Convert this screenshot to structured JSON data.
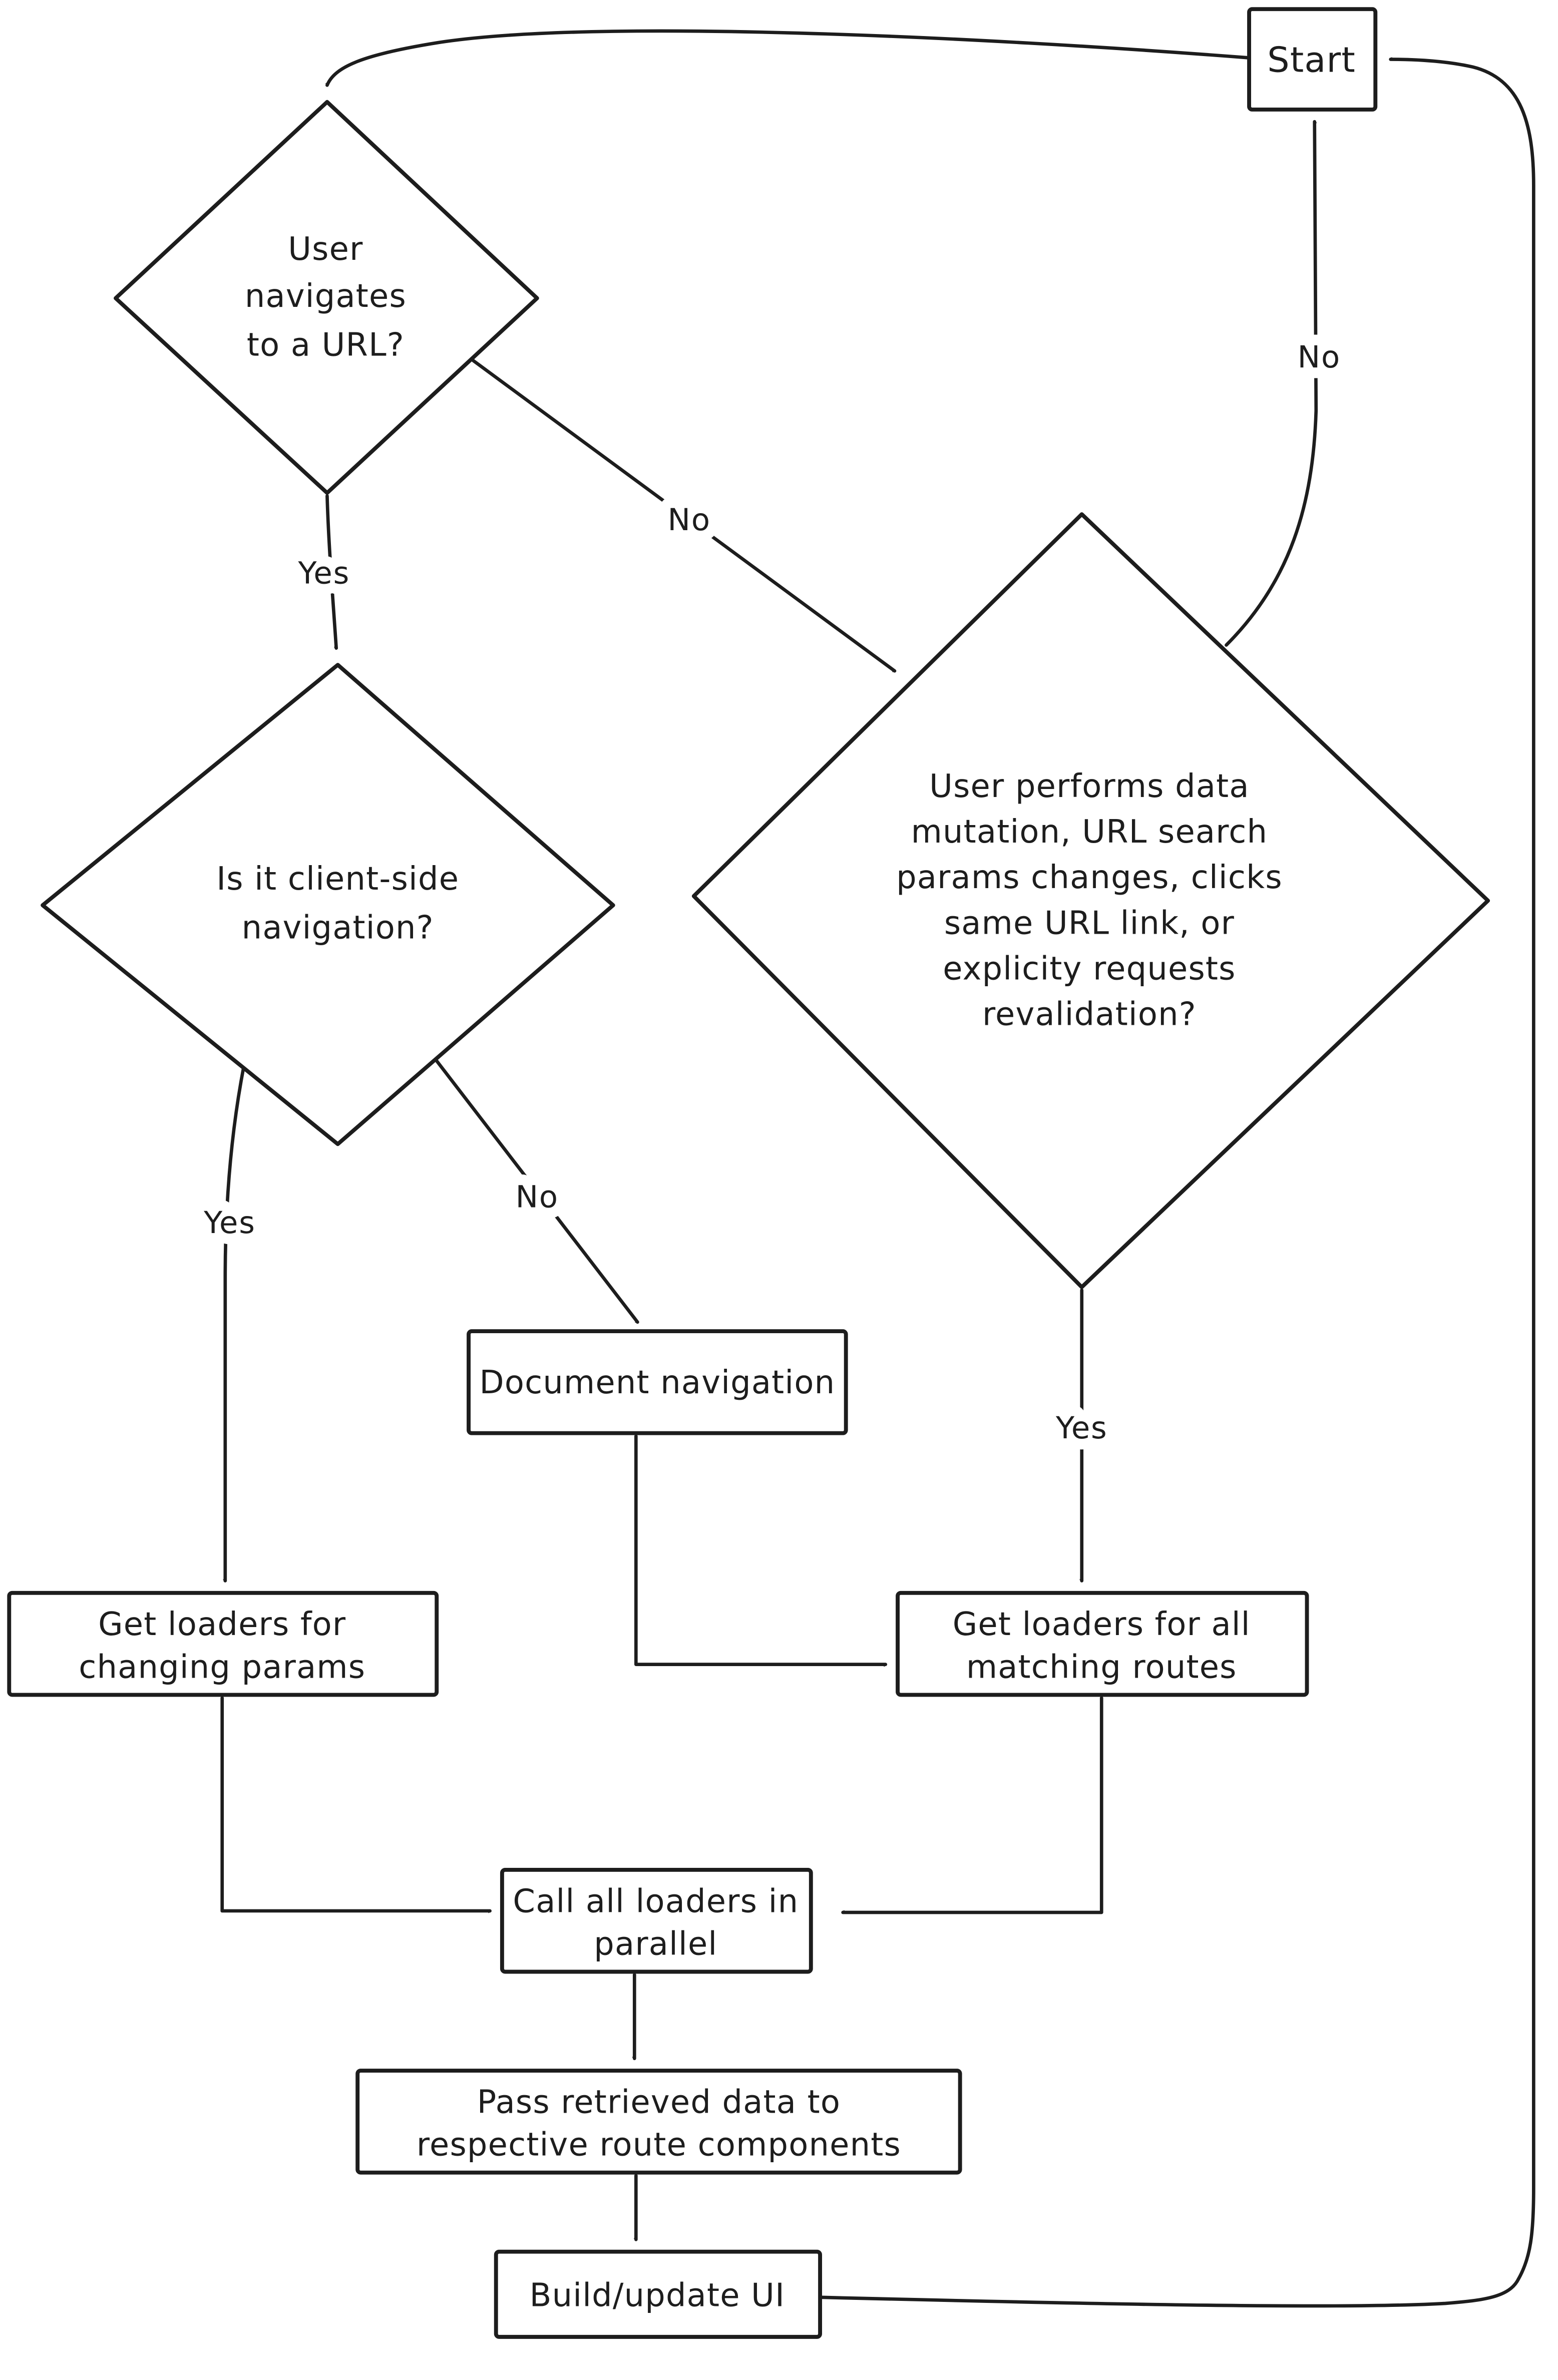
{
  "canvas": {
    "ink_color": "#1d1d1d",
    "background_color": "#ffffff"
  },
  "nodes": {
    "start": {
      "label": "Start"
    },
    "navigates": {
      "lines": [
        "User",
        "navigates",
        "to a URL?"
      ]
    },
    "client_side": {
      "lines": [
        "Is it client-side",
        "navigation?"
      ]
    },
    "revalidation": {
      "lines": [
        "User performs data",
        "mutation, URL search",
        "params changes, clicks",
        "same URL link, or",
        "explicity requests",
        "revalidation?"
      ]
    },
    "document_nav": {
      "label": "Document navigation"
    },
    "loaders_changing": {
      "lines": [
        "Get loaders for",
        "changing params"
      ]
    },
    "loaders_matching": {
      "lines": [
        "Get loaders for all",
        "matching routes"
      ]
    },
    "call_loaders": {
      "lines": [
        "Call all loaders in",
        "parallel"
      ]
    },
    "pass_data": {
      "lines": [
        "Pass retrieved data to",
        "respective route components"
      ]
    },
    "build_ui": {
      "label": "Build/update UI"
    }
  },
  "edge_labels": {
    "url_yes": "Yes",
    "url_no": "No",
    "client_yes": "Yes",
    "client_no": "No",
    "revalidation_yes": "Yes",
    "revalidation_no": "No"
  }
}
